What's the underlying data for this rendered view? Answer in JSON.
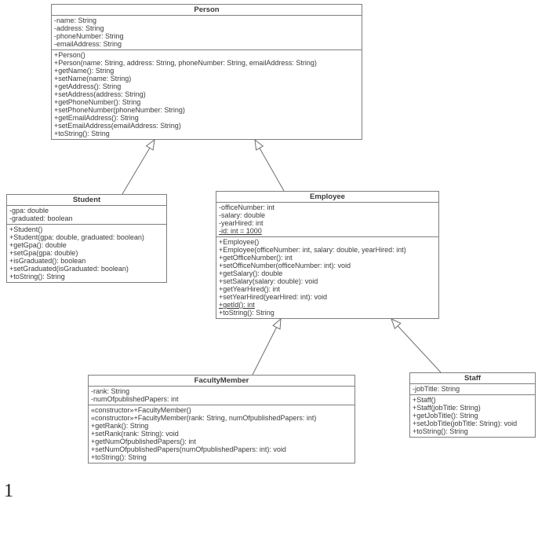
{
  "page_number": "1",
  "colors": {
    "border": "#7e7e7e",
    "line": "#6e6e6e",
    "text": "#3a3a3a",
    "background": "#ffffff"
  },
  "diagram": {
    "type": "uml-class-diagram",
    "classes": [
      {
        "id": "person",
        "title": "Person",
        "attributes": [
          "-name: String",
          "-address: String",
          "-phoneNumber: String",
          "-emailAddress: String"
        ],
        "methods": [
          "+Person()",
          "+Person(name: String, address: String, phoneNumber: String, emailAddress: String)",
          "+getName(): String",
          "+setName(name: String)",
          "+getAddress(): String",
          "+setAddress(address: String)",
          "+getPhoneNumber(): String",
          "+setPhoneNumber(phoneNumber: String)",
          "+getEmailAddress(): String",
          "+setEmailAddress(emailAddress: String)",
          "+toString(): String"
        ]
      },
      {
        "id": "student",
        "title": "Student",
        "attributes": [
          "-gpa: double",
          "-graduated: boolean"
        ],
        "methods": [
          "+Student()",
          "+Student(gpa: double, graduated: boolean)",
          "+getGpa(): double",
          "+setGpa(gpa: double)",
          "+isGraduated(): boolean",
          "+setGraduated(isGraduated: boolean)",
          "+toString(): String"
        ]
      },
      {
        "id": "employee",
        "title": "Employee",
        "attributes": [
          "-officeNumber: int",
          "-salary: double",
          "-yearHired: int",
          {
            "text": "-id: int = 1000",
            "underline": true
          }
        ],
        "methods": [
          "+Employee()",
          "+Employee(officeNumber: int, salary: double, yearHired: int)",
          "+getOfficeNumber(): int",
          "+setOfficeNumber(officeNumber: int): void",
          "+getSalary(): double",
          "+setSalary(salary: double): void",
          "+getYearHired(): int",
          "+setYearHired(yearHired: int): void",
          {
            "text": "+getId(): int",
            "underline": true
          },
          "+toString(): String"
        ]
      },
      {
        "id": "facultymember",
        "title": "FacultyMember",
        "attributes": [
          "-rank: String",
          "-numOfpublishedPapers: int"
        ],
        "methods": [
          "«constructor»+FacultyMember()",
          "«constructor»+FacultyMember(rank: String, numOfpublishedPapers: int)",
          "+getRank(): String",
          "+setRank(rank: String): void",
          "+getNumOfpublishedPapers(): int",
          "+setNumOfpublishedPapers(numOfpublishedPapers: int): void",
          "+toString(): String"
        ]
      },
      {
        "id": "staff",
        "title": "Staff",
        "attributes": [
          "-jobTitle: String"
        ],
        "methods": [
          "+Staff()",
          "+Staff(jobTitle: String)",
          "+getJobTitle(): String",
          "+setJobTitle(jobTitle: String): void",
          "+toString(): String"
        ]
      }
    ],
    "relations": [
      {
        "type": "generalization",
        "child": "Student",
        "parent": "Person"
      },
      {
        "type": "generalization",
        "child": "Employee",
        "parent": "Person"
      },
      {
        "type": "generalization",
        "child": "FacultyMember",
        "parent": "Employee"
      },
      {
        "type": "generalization",
        "child": "Staff",
        "parent": "Employee"
      }
    ]
  }
}
